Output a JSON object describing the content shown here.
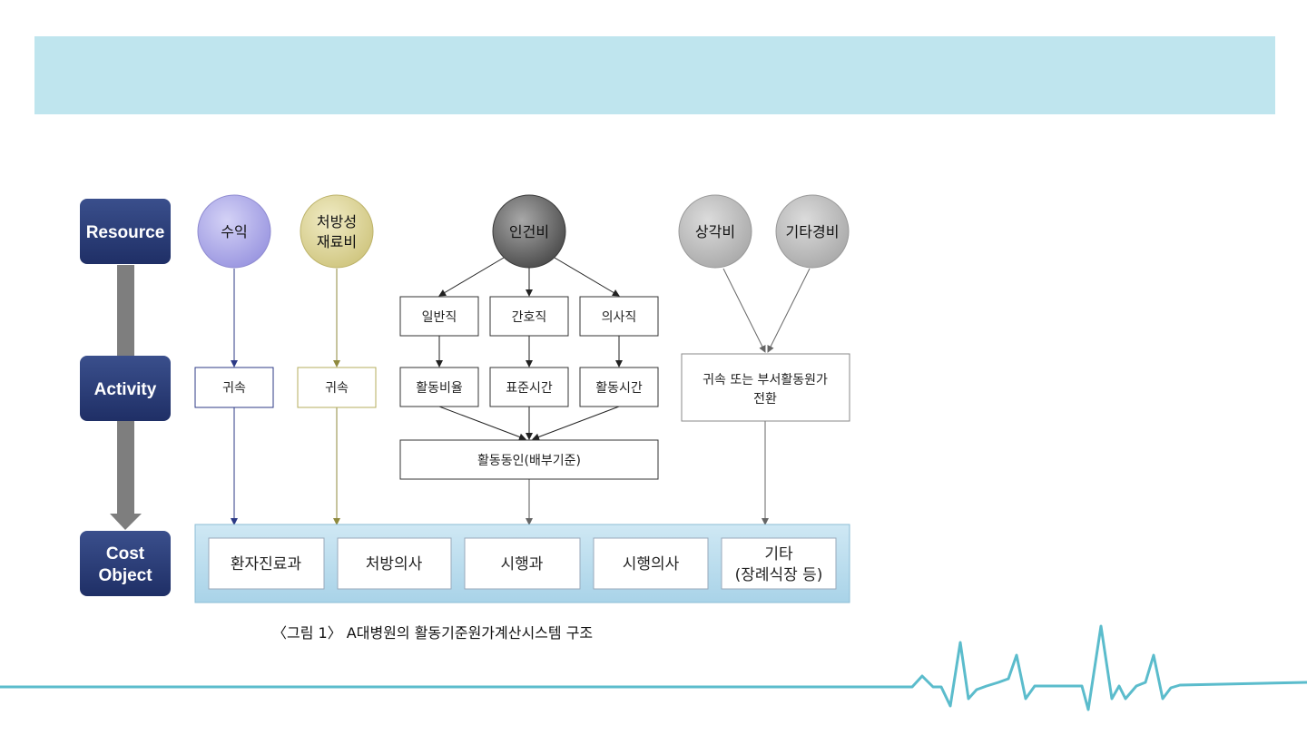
{
  "layers": {
    "resource": "Resource",
    "activity": "Activity",
    "cost_object_line1": "Cost",
    "cost_object_line2": "Object"
  },
  "resources": {
    "revenue": "수익",
    "prescription_line1": "처방성",
    "prescription_line2": "재료비",
    "labor": "인건비",
    "depreciation": "상각비",
    "other_expense": "기타경비"
  },
  "staff": {
    "general": "일반직",
    "nursing": "간호직",
    "doctor": "의사직"
  },
  "activities": {
    "attribution_1": "귀속",
    "attribution_2": "귀속",
    "activity_ratio": "활동비율",
    "standard_time": "표준시간",
    "activity_time": "활동시간",
    "conversion_line1": "귀속 또는 부서활동원가",
    "conversion_line2": "전환",
    "cost_driver": "활동동인(배부기준)"
  },
  "cost_objects": {
    "patient_dept": "환자진료과",
    "prescribing_doctor": "처방의사",
    "performing_dept": "시행과",
    "performing_doctor": "시행의사",
    "other_line1": "기타",
    "other_line2": "(장례식장 등)"
  },
  "caption": "〈그림 1〉 A대병원의 활동기준원가계산시스템 구조",
  "colors": {
    "banner": "#bfe5ee",
    "layer_box": "#2a3d78",
    "revenue": "#a9a6e6",
    "prescription": "#ddd596",
    "labor": "#5c5c5c",
    "grey_circle": "#b4b4b4",
    "ecg_line": "#5bbccc"
  }
}
